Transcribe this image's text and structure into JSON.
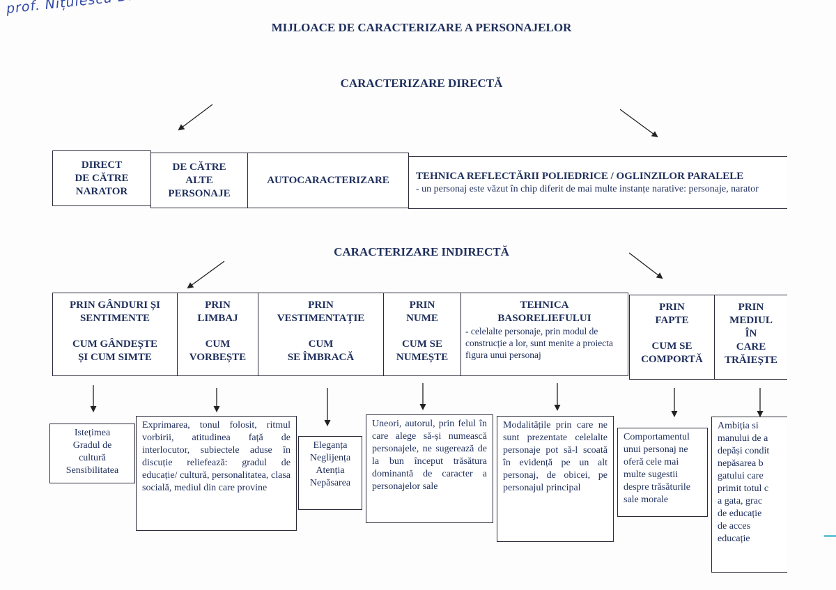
{
  "signature": "prof. Nițulescu Diana",
  "title": "MIJLOACE DE CARACTERIZARE A PERSONAJELOR",
  "direct": {
    "heading": "CARACTERIZARE DIRECTĂ",
    "boxes": [
      {
        "label": "DIRECT\nDE CĂTRE\nNARATOR"
      },
      {
        "label": "DE CĂTRE\nALTE\nPERSONAJE"
      },
      {
        "label": "AUTOCARACTERIZARE"
      },
      {
        "label": "TEHNICA REFLECTĂRII POLIEDRICE / OGLINZILOR PARALELE",
        "note": "- un personaj este văzut în chip diferit de mai multe instanțe narative: personaje, narator"
      }
    ]
  },
  "indirect": {
    "heading": "CARACTERIZARE INDIRECTĂ",
    "categories": [
      {
        "label": "PRIN GÂNDURI ȘI\nSENTIMENTE",
        "sub": "CUM GÂNDEȘTE\nȘI CUM SIMTE",
        "detail": "Istețimea\nGradul de\ncultură\nSensibilitatea"
      },
      {
        "label": "PRIN\nLIMBAJ",
        "sub": "CUM\nVORBEȘTE",
        "detail": "Exprimarea, tonul folosit, ritmul vorbirii, atitudinea față de interlocutor, subiectele aduse în discuție reliefează: gradul de educație/ cultură, personalitatea, clasa socială, mediul din care provine"
      },
      {
        "label": "PRIN\nVESTIMENTAȚIE",
        "sub": "CUM\nSE ÎMBRACĂ",
        "detail": "Eleganța\nNeglijența\nAtenția\nNepăsarea"
      },
      {
        "label": "PRIN\nNUME",
        "sub": "CUM SE\nNUMEȘTE",
        "detail": "Uneori, autorul, prin felul în care alege să-și numească personajele, ne sugerează de la bun început trăsătura dominantă de caracter a personajelor sale"
      },
      {
        "label": "TEHNICA\nBASORELIEFULUI",
        "note": "- celelalte personaje, prin modul de construcție a lor, sunt menite a proiecta figura unui personaj",
        "detail": "Modalitățile prin care ne sunt prezentate celelalte personaje pot să-l scoată în evidență pe un alt personaj, de obicei, pe personajul principal"
      },
      {
        "label": "PRIN\nFAPTE",
        "sub": "CUM SE\nCOMPORTĂ",
        "detail": "Comportamentul unui personaj ne oferă cele mai multe sugestii despre trăsăturile sale morale"
      },
      {
        "label": "PRIN\nMEDIUL\nÎN\nCARE\nTRĂIEȘTE",
        "detail": "Ambiția si\nmanului de a\ndepăși condit\nnepăsarea b\ngatului care\nprimit totul c\na gata, grac\nde educație\nde acces\neducație"
      }
    ]
  }
}
